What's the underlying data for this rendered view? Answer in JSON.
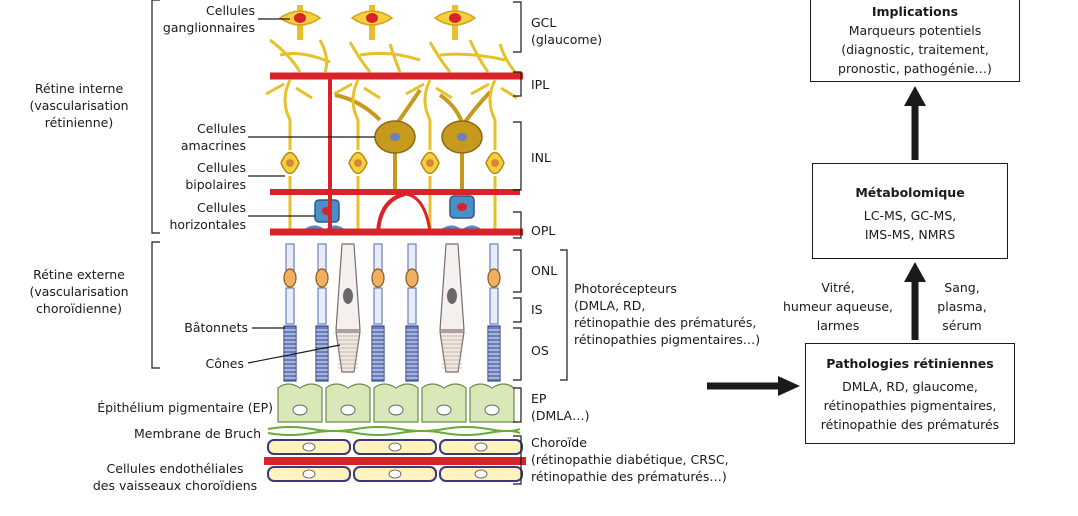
{
  "colors": {
    "vessel_red": "#d8232a",
    "neuron_yellow": "#f4d03f",
    "neuron_outline": "#b8860b",
    "amacrine_gold": "#c79a1e",
    "horizontal_blue": "#4a90c8",
    "photoreceptor_blue": "#6b7fbf",
    "epithelium_green": "#d8e8b8",
    "endothelial_yellow": "#fff3c0",
    "endothelial_outline": "#3a3a7a",
    "bruch_green": "#6aaa3a"
  },
  "labels": {
    "ganglion_cells": "Cellules\nganglionnaires",
    "inner_retina": "Rétine interne\n(vascularisation\nrétinienne)",
    "amacrine_cells": "Cellules\namacrines",
    "bipolar_cells": "Cellules\nbipolaires",
    "horizontal_cells": "Cellules\nhorizontales",
    "outer_retina": "Rétine externe\n(vascularisation\nchoroïdienne)",
    "rods": "Bâtonnets",
    "cones": "Cônes",
    "rpe": "Épithélium pigmentaire (EP)",
    "bruch": "Membrane de Bruch",
    "endothelial": "Cellules endothéliales\ndes vaisseaux choroïdiens"
  },
  "layers": {
    "gcl": "GCL\n(glaucome)",
    "ipl": "IPL",
    "inl": "INL",
    "opl": "OPL",
    "onl": "ONL",
    "is": "IS",
    "os": "OS",
    "photoreceptors": "Photorécepteurs\n(DMLA, RD,\nrétinopathie des prématurés,\nrétinopathies pigmentaires…)",
    "ep": "EP\n(DMLA…)",
    "choroid": "Choroïde\n(rétinopathie diabétique, CRSC,\nrétinopathie des prématurés…)"
  },
  "boxes": {
    "implications": {
      "title": "Implications",
      "text": "Marqueurs potentiels\n(diagnostic, traitement,\npronostic, pathogénie…)"
    },
    "metabolomics": {
      "title": "Métabolomique",
      "text": "LC-MS, GC-MS,\nIMS-MS, NMRS"
    },
    "pathologies": {
      "title": "Pathologies rétiniennes",
      "text": "DMLA, RD, glaucome,\nrétinopathies pigmentaires,\nrétinopathie des prématurés"
    }
  },
  "samples": {
    "left": "Vitré,\nhumeur aqueuse,\nlarmes",
    "right": "Sang,\nplasma,\nsérum"
  }
}
